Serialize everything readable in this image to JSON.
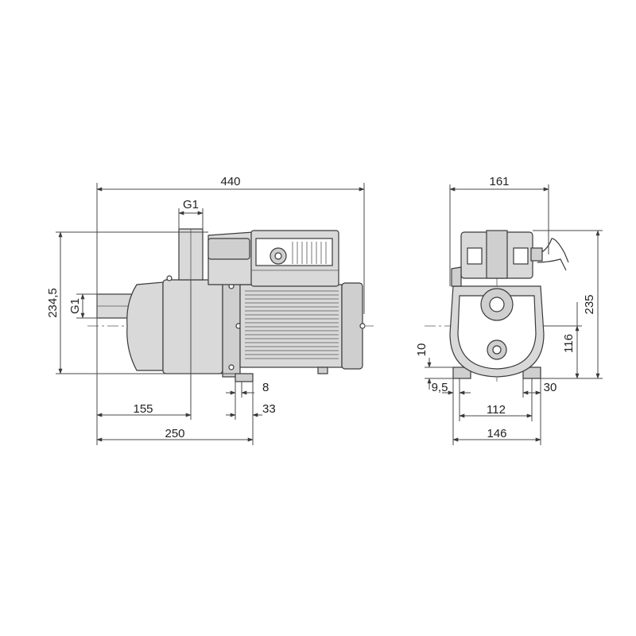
{
  "dimensions": {
    "overall_length": "440",
    "outlet_thread": "G1",
    "inlet_thread": "G1",
    "inlet_height": "234,5",
    "outlet_offset": "155",
    "foot_length": "250",
    "foot_gap": "8",
    "foot_to_motor": "33",
    "overall_width": "161",
    "overall_height": "235",
    "shaft_height": "116",
    "foot_thickness": "10",
    "foot_edge": "9,5",
    "foot_width_inner": "112",
    "foot_slot": "30",
    "foot_width_outer": "146"
  }
}
